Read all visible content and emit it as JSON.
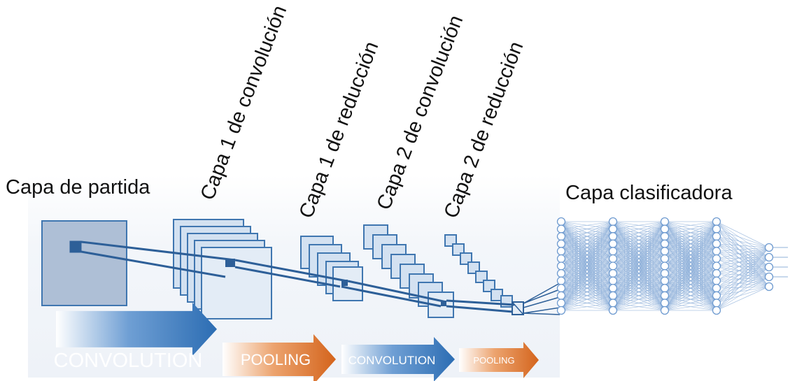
{
  "labels": {
    "input": "Capa de partida",
    "conv1": "Capa 1 de convolución",
    "pool1": "Capa 1 de reducción",
    "conv2": "Capa 2 de convolución",
    "pool2": "Capa 2 de reducción",
    "classifier": "Capa clasificadora"
  },
  "stages": [
    {
      "key": "conv1",
      "text": "CONVOLUTION",
      "color": "#2e6fb5"
    },
    {
      "key": "pool1",
      "text": "POOLING",
      "color": "#d8691f"
    },
    {
      "key": "conv2",
      "text": "CONVOLUTION",
      "color": "#2e6fb5"
    },
    {
      "key": "pool2",
      "text": "POOLING",
      "color": "#d8691f"
    }
  ],
  "colors": {
    "map_fill": "#c9d9ec",
    "map_stroke": "#3f76b0",
    "input_fill": "#aebfd6",
    "connector": "#2d5f98",
    "neuron_stroke": "#6f9bd0",
    "edge": "#8fb0d9",
    "panel": "#f4f7fb"
  },
  "network": {
    "layer_sizes": [
      13,
      13,
      13,
      13,
      5
    ],
    "outputs": 4
  }
}
